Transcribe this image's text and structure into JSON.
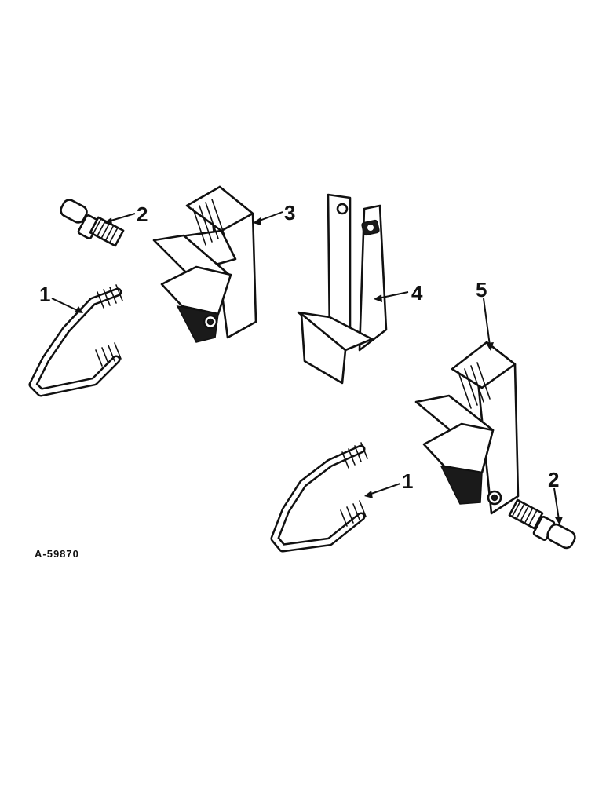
{
  "figure_id": "A-59870",
  "callouts": {
    "c1_left": "1",
    "c1_right": "1",
    "c2_left": "2",
    "c2_right": "2",
    "c3": "3",
    "c4": "4",
    "c5": "5"
  }
}
